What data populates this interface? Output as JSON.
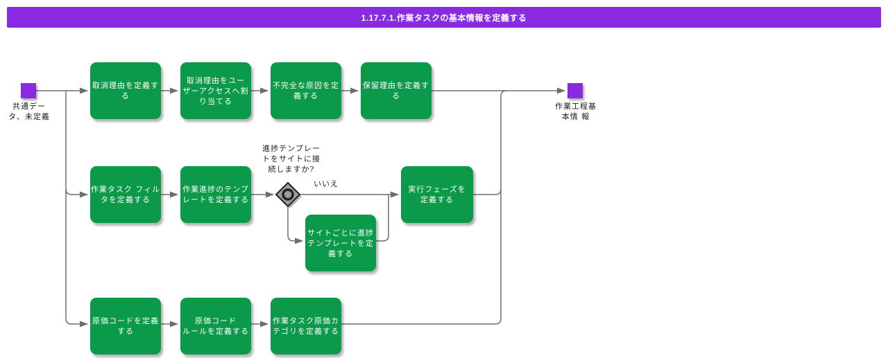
{
  "title": {
    "text": "1.17.7.1.作業タスクの基本情報を定義する"
  },
  "colors": {
    "title_bar": "#8a2be2",
    "event_node": "#8a2be2",
    "task_fill": "#0b9a4a",
    "task_text": "#ffffff",
    "connector": "#6e6e6e",
    "gateway_fill": "#9c9c9c",
    "gateway_stroke": "#222222"
  },
  "diagram": {
    "start_node": {
      "label": "共通デー\nタ、未定義"
    },
    "end_node": {
      "label": "作業工程基\n本情 報"
    },
    "gateway": {
      "type": "inclusive-or",
      "question": "進捗テンプレー\nトをサイトに接\n続しますか?",
      "no_label": "いいえ"
    },
    "tasks": [
      {
        "label": "取消理由を定義す\nる"
      },
      {
        "label": "取消理由をユー\nザーアクセスへ割\nり当てる"
      },
      {
        "label": "不完全な原因を定\n義する"
      },
      {
        "label": "保留理由を定義す\nる"
      },
      {
        "label": "作業タスク フィル\nタを定義する"
      },
      {
        "label": "作業進捗のテンプ\nレートを定義する"
      },
      {
        "label": "実行フェーズを\n定義する"
      },
      {
        "label": "サイトごとに進捗\nテンプレートを定\n義する"
      },
      {
        "label": "原価コードを定義\nする"
      },
      {
        "label": "原価コード\nルールを定義する"
      },
      {
        "label": "作業タスク原価カ\nテゴリを定義する"
      }
    ]
  }
}
